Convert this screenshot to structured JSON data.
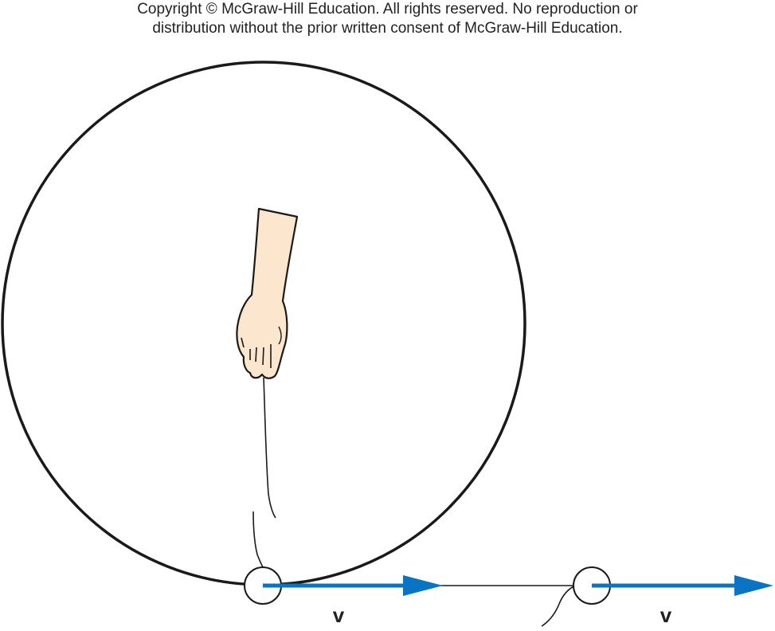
{
  "copyright": {
    "line1": "Copyright © McGraw-Hill Education.  All rights reserved. No reproduction or",
    "line2": "distribution without the prior written consent of McGraw-Hill Education."
  },
  "labels": {
    "velocity_left": "v",
    "velocity_right": "v"
  },
  "colors": {
    "arrow": "#0a74c4",
    "line": "#1a1a1a",
    "hand_fill": "#fde6ce",
    "text": "#222222"
  }
}
